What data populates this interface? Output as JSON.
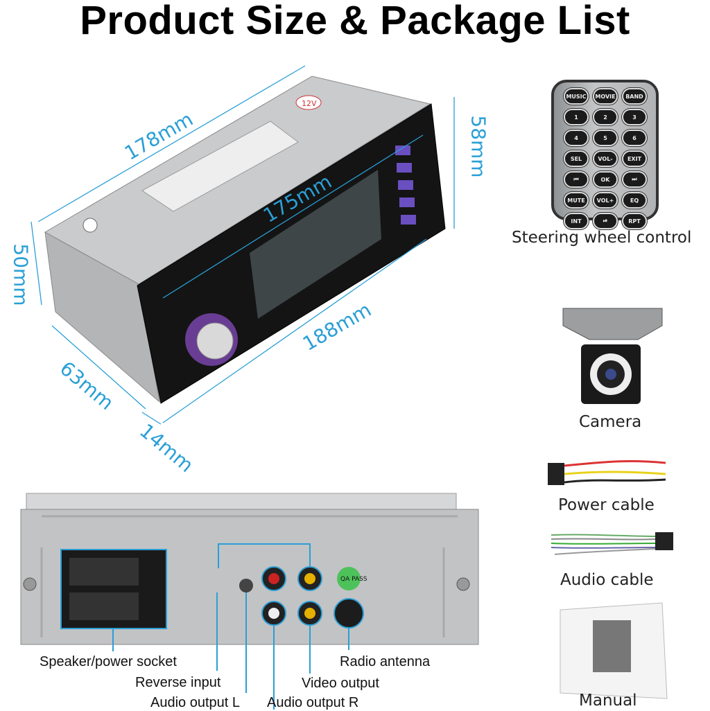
{
  "title": "Product Size & Package List",
  "dimensions": {
    "length_top": "178mm",
    "panel_width": "175mm",
    "length_bottom": "188mm",
    "panel_height": "58mm",
    "body_height": "50mm",
    "depth_side": "63mm",
    "panel_depth": "14mm"
  },
  "unit_markings": {
    "voltage": "12V",
    "qa": "QA PASS"
  },
  "package": {
    "remote_label": "Steering wheel control",
    "remote_buttons": [
      "MUSIC",
      "MOVIE",
      "BAND",
      "1",
      "2",
      "3",
      "4",
      "5",
      "6",
      "SEL",
      "VOL-",
      "EXIT",
      "⏮",
      "OK",
      "⏭",
      "MUTE",
      "VOL+",
      "EQ",
      "INT",
      "⏯",
      "RPT"
    ],
    "camera_label": "Camera",
    "power_cable_label": "Power cable",
    "audio_cable_label": "Audio cable",
    "manual_label": "Manual"
  },
  "back_panel": {
    "speaker_socket": "Speaker/power socket",
    "reverse_input": "Reverse input",
    "audio_l": "Audio output L",
    "audio_r": "Audio output R",
    "video_output": "Video output",
    "radio_antenna": "Radio antenna"
  },
  "colors": {
    "accent": "#2a9fd6"
  }
}
